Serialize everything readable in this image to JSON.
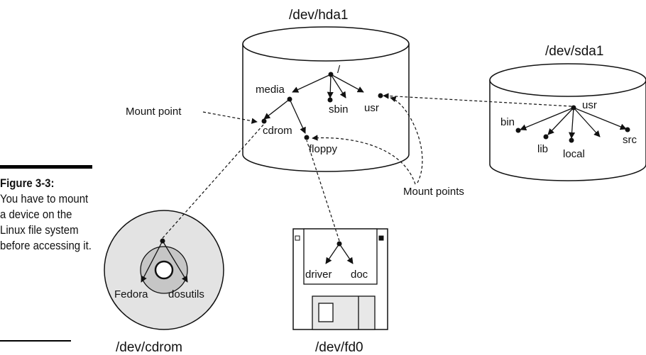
{
  "caption": {
    "figure_label": "Figure 3-3:",
    "text": "You have to mount a device on the Linux file system before accessing it."
  },
  "devices": {
    "hda1": "/dev/hda1",
    "sda1": "/dev/sda1",
    "cdrom": "/dev/cdrom",
    "fd0": "/dev/fd0"
  },
  "hda1_tree": {
    "root": "/",
    "media": "media",
    "sbin": "sbin",
    "usr": "usr",
    "cdrom": "cdrom",
    "floppy": "floppy"
  },
  "sda1_tree": {
    "usr": "usr",
    "bin": "bin",
    "lib": "lib",
    "local": "local",
    "src": "src"
  },
  "cdrom_tree": {
    "fedora": "Fedora",
    "dosutils": "dosutils"
  },
  "fd0_tree": {
    "driver": "driver",
    "doc": "doc"
  },
  "annotations": {
    "mount_point": "Mount point",
    "mount_points": "Mount points"
  }
}
